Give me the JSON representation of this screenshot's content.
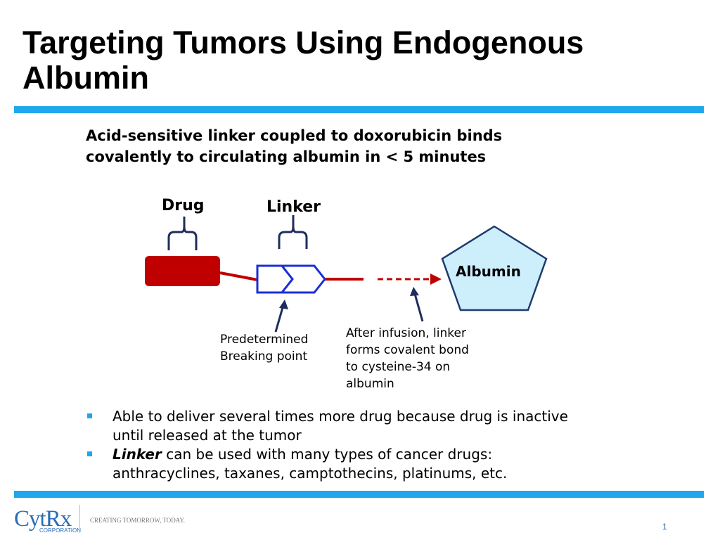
{
  "slide": {
    "title": "Targeting Tumors Using Endogenous Albumin",
    "subtitle": "Acid-sensitive linker coupled to doxorubicin binds covalently to circulating albumin in < 5 minutes",
    "page_number": "1"
  },
  "diagram": {
    "drug_label": "Drug",
    "linker_label": "Linker",
    "albumin_label": "Albumin",
    "breaking_point_note": "Predetermined\nBreaking point",
    "infusion_note": "After infusion, linker\nforms covalent bond\nto cysteine-34 on\nalbumin"
  },
  "bullets": [
    {
      "emphasis": "",
      "text": "Able to deliver several times more drug because drug is inactive until released at the tumor"
    },
    {
      "emphasis": "Linker",
      "text": " can be used with many types of cancer drugs: anthracyclines, taxanes, camptothecins, platinums, etc."
    }
  ],
  "footer": {
    "logo_text": "CytRx",
    "logo_subtext": "CORPORATION",
    "tagline": "CREATING TOMORROW, TODAY."
  },
  "colors": {
    "accent_rule": "#1ea7ec",
    "drug_red": "#c00000",
    "linker_blue": "#1a2fd6",
    "albumin_fill": "#cdeefb",
    "albumin_stroke": "#1f3b6e",
    "arrow_navy": "#1f2d5c",
    "bullet_blue": "#1ea7ec"
  }
}
